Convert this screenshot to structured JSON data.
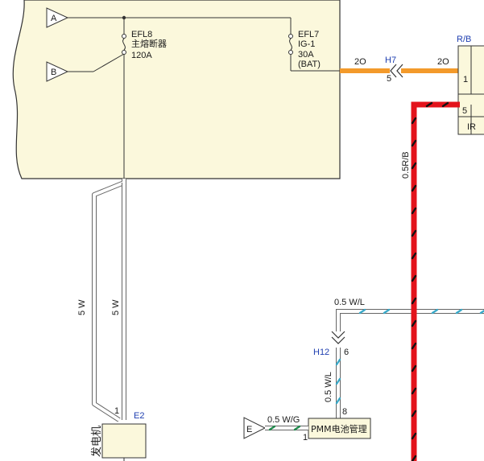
{
  "fuse_box": {
    "input_a_label": "A",
    "input_b_label": "B",
    "efl8": {
      "id": "EFL8",
      "name": "主熔断器",
      "rating": "120A"
    },
    "efl7": {
      "id": "EFL7",
      "name": "IG-1",
      "rating": "30A",
      "source": "(BAT)"
    }
  },
  "wires": {
    "orange_left_spec": "2O",
    "orange_right_spec": "2O",
    "red_black_spec": "0.5R/B",
    "white_blue_top_spec": "0.5 W/L",
    "white_blue_vertical_spec": "0.5 W/L",
    "white_green_spec": "0.5 W/G",
    "generator_left_spec": "5 W",
    "generator_right_spec": "5 W"
  },
  "connectors": {
    "h7": {
      "id": "H7",
      "pin": "5"
    },
    "h12": {
      "id": "H12",
      "pin": "6"
    },
    "e2": {
      "id": "E2"
    }
  },
  "right_component": {
    "header": "R/B",
    "pin_top": "1",
    "pin_bottom": "5",
    "partial_label": "IR"
  },
  "generator": {
    "label": "发电机",
    "pin": "1"
  },
  "pmm": {
    "label": "PMM电池管理",
    "pin_top": "8",
    "pin_left": "1"
  },
  "ground_e": {
    "label": "E"
  },
  "colors": {
    "fuse_box_fill": "#fbf8dc",
    "orange_wire": "#f39a2b",
    "red_wire": "#e3131b",
    "blue_wire_stripe": "#3aa9c8",
    "green_wire_stripe": "#1f8a4c",
    "connector_blue": "#1f3fb0"
  }
}
